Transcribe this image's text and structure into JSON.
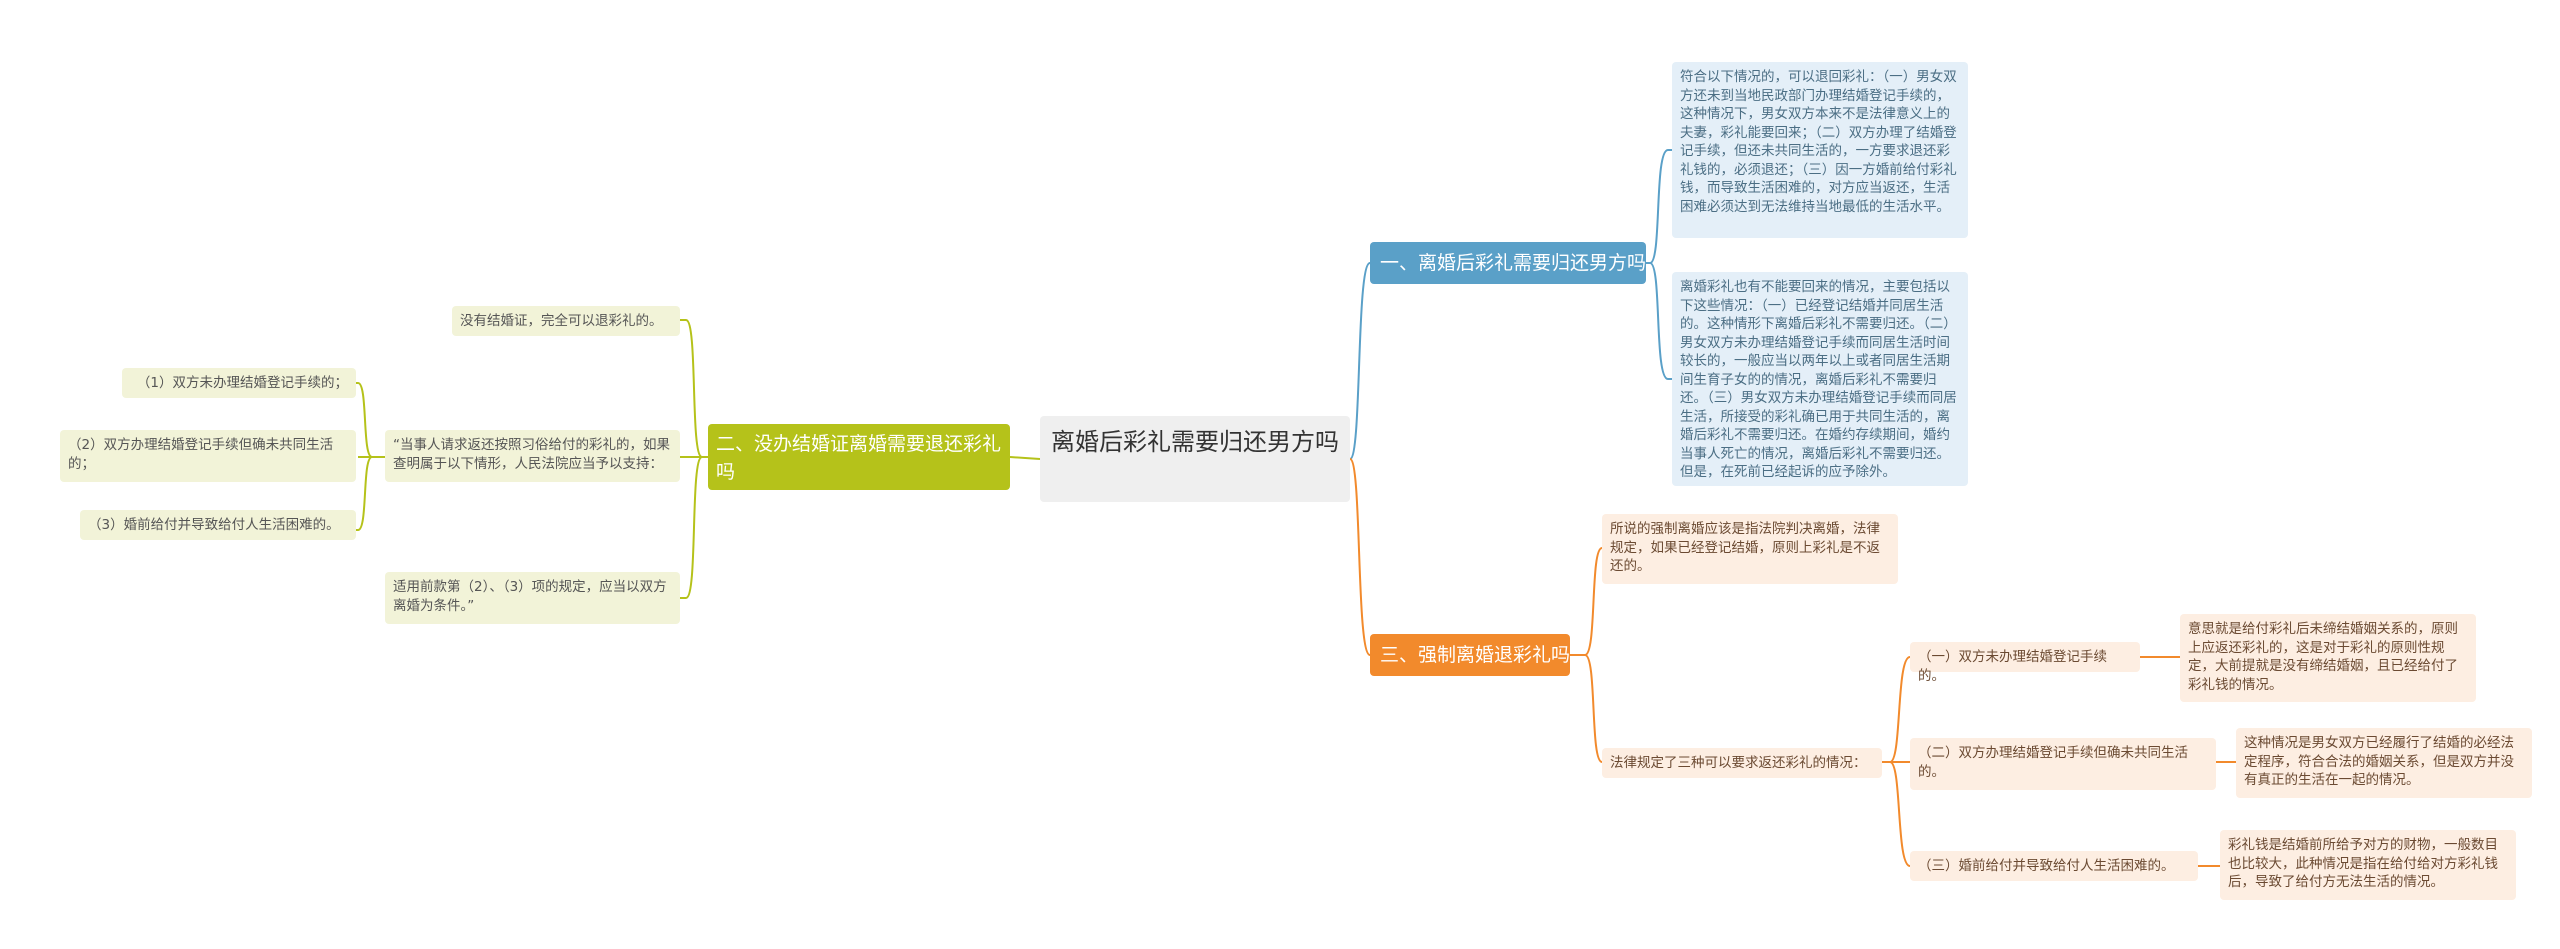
{
  "root": "离婚后彩礼需要归还男方吗",
  "branches": {
    "one": {
      "title": "一、离婚后彩礼需要归还男方吗",
      "items": [
        "符合以下情况的，可以退回彩礼：（一）男女双方还未到当地民政部门办理结婚登记手续的，这种情况下，男女双方本来不是法律意义上的夫妻，彩礼能要回来；（二）双方办理了结婚登记手续，但还未共同生活的，一方要求退还彩礼钱的，必须退还；（三）因一方婚前给付彩礼钱，而导致生活困难的，对方应当返还，生活困难必须达到无法维持当地最低的生活水平。",
        "离婚彩礼也有不能要回来的情况，主要包括以下这些情况：（一）已经登记结婚并同居生活的。这种情形下离婚后彩礼不需要归还。（二）男女双方未办理结婚登记手续而同居生活时间较长的，一般应当以两年以上或者同居生活期间生育子女的的情况，离婚后彩礼不需要归还。（三）男女双方未办理结婚登记手续而同居生活，所接受的彩礼确已用于共同生活的，离婚后彩礼不需要归还。在婚约存续期间，婚约当事人死亡的情况，离婚后彩礼不需要归还。但是，在死前已经起诉的应予除外。"
      ]
    },
    "two": {
      "title": "二、没办结婚证离婚需要退还彩礼吗",
      "items": [
        "没有结婚证，完全可以退彩礼的。",
        "“当事人请求返还按照习俗给付的彩礼的，如果查明属于以下情形，人民法院应当予以支持：",
        "适用前款第（2）、（3）项的规定，应当以双方离婚为条件。”"
      ],
      "sub": [
        "（1）双方未办理结婚登记手续的；",
        "（2）双方办理结婚登记手续但确未共同生活的；",
        "（3）婚前给付并导致给付人生活困难的。"
      ]
    },
    "three": {
      "title": "三、强制离婚退彩礼吗",
      "items": [
        "所说的强制离婚应该是指法院判决离婚，法律规定，如果已经登记结婚，原则上彩礼是不返还的。",
        "法律规定了三种可以要求返还彩礼的情况："
      ],
      "sub": [
        {
          "label": "（一）双方未办理结婚登记手续的。",
          "detail": "意思就是给付彩礼后未缔结婚姻关系的，原则上应返还彩礼的，这是对于彩礼的原则性规定，大前提就是没有缔结婚姻，且已经给付了彩礼钱的情况。"
        },
        {
          "label": "（二）双方办理结婚登记手续但确未共同生活的。",
          "detail": "这种情况是男女双方已经履行了结婚的必经法定程序，符合合法的婚姻关系，但是双方并没有真正的生活在一起的情况。"
        },
        {
          "label": "（三）婚前给付并导致给付人生活困难的。",
          "detail": "彩礼钱是结婚前所给予对方的财物，一般数目也比较大，此种情况是指在给付给对方彩礼钱后，导致了给付方无法生活的情况。"
        }
      ]
    }
  },
  "colors": {
    "blue": "#5aa0c8",
    "green": "#b5c21a",
    "orange": "#f28a2c"
  }
}
